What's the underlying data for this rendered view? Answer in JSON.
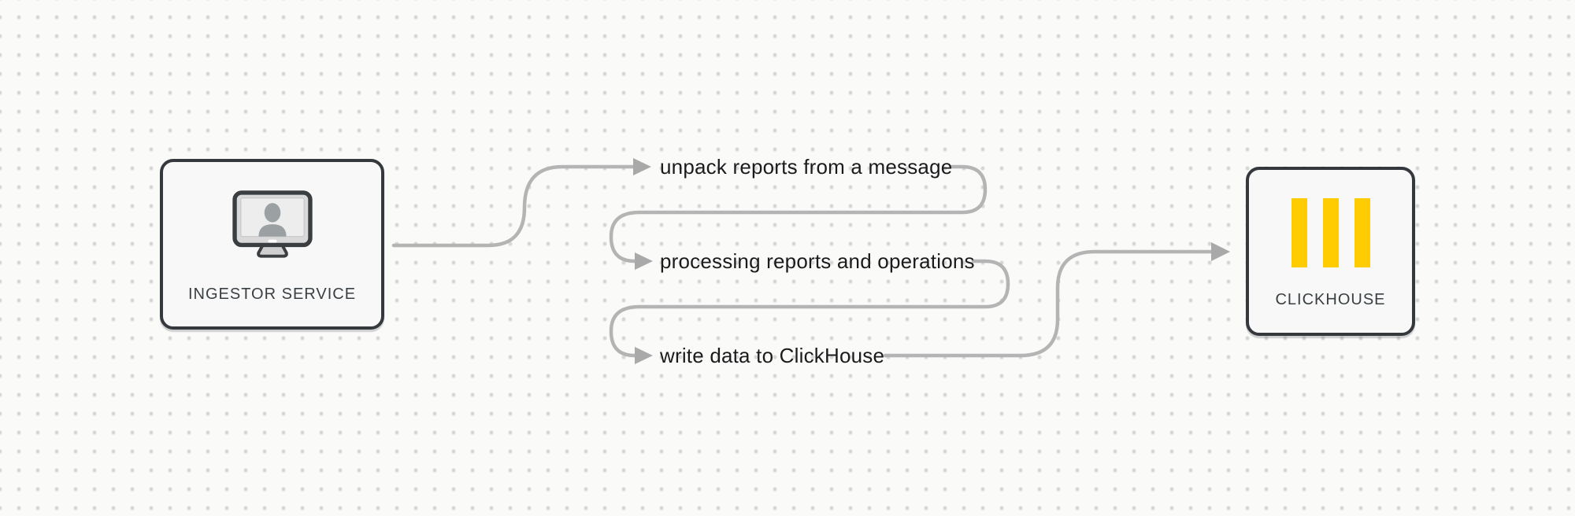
{
  "diagram": {
    "nodes": {
      "ingestor": {
        "label": "INGESTOR SERVICE",
        "icon": "monitor-user-icon"
      },
      "clickhouse": {
        "label": "CLICKHOUSE",
        "icon": "clickhouse-logo-icon"
      }
    },
    "steps": [
      {
        "label": "unpack reports from a message"
      },
      {
        "label": "processing reports and operations"
      },
      {
        "label": "write data to ClickHouse"
      }
    ]
  },
  "colors": {
    "canvas_bg": "#fafaf9",
    "dot_color": "#d8d8d6",
    "connector_gray": "#b4b4b4",
    "arrowhead_gray": "#a9a9a9",
    "node_border": "#35393d",
    "node_fill": "#f7f8f7",
    "step_text": "#1b1b1d",
    "caption_text": "#3a3f44",
    "clickhouse_yellow": "#ffcb01"
  }
}
